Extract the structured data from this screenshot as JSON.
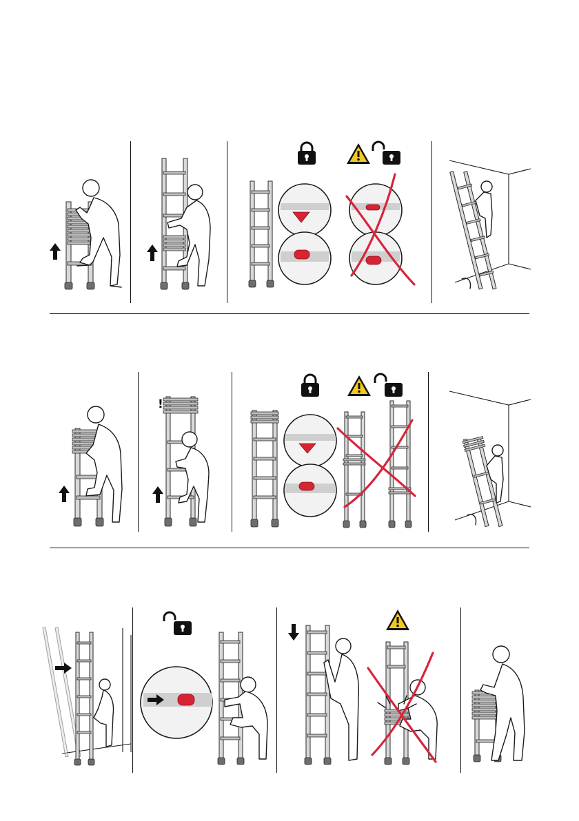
{
  "document": {
    "type": "telescopic ladder instructions",
    "sections": [
      {
        "id": "extend-closed-bottom",
        "steps": 4
      },
      {
        "id": "extend-open-top",
        "steps": 4
      },
      {
        "id": "retract",
        "steps": 4
      }
    ]
  },
  "icons": {
    "lock": "lock-closed-icon",
    "unlock": "lock-open-icon",
    "warning": "warning-triangle-icon",
    "arrow_up": "arrow-up-icon",
    "arrow_down": "arrow-down-icon",
    "arrow_right": "arrow-right-icon",
    "exclamation": "exclamation-icon"
  },
  "marks": {
    "exclamation": "!",
    "warning_symbol": "!"
  },
  "colors": {
    "ink": "#1a1a1a",
    "warning_yellow": "#f2c81e",
    "prohibit_red": "#d6263b",
    "pin_red": "#d62433",
    "ladder_grey": "#d9d9d9",
    "foot_grey": "#6e6e6e"
  }
}
